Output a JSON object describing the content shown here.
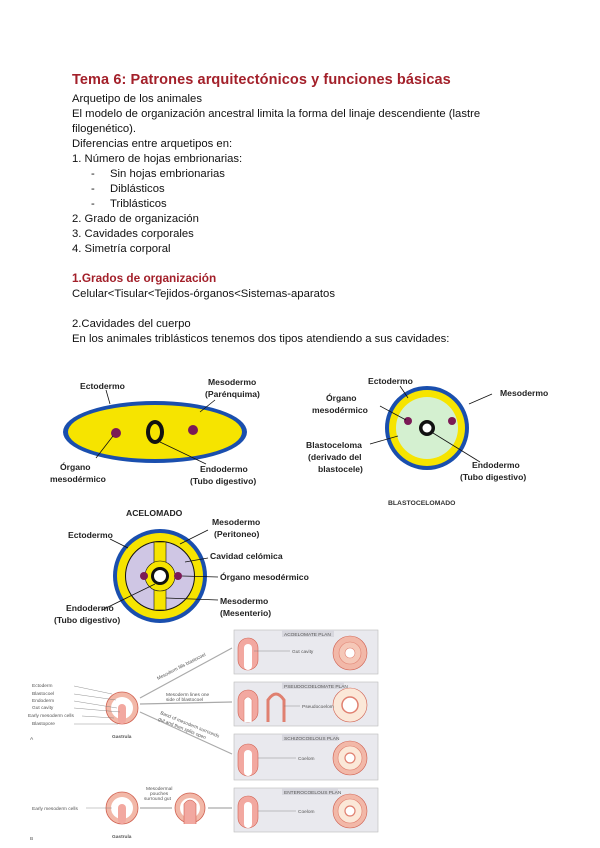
{
  "doc": {
    "title": "Tema 6: Patrones arquitectónicos y funciones básicas",
    "subtitle": "Arquetipo de los animales",
    "para1_l1": "El modelo de organización ancestral limita la forma del linaje descendiente (lastre",
    "para1_l2": "filogenético).",
    "diff_intro": "Diferencias entre arquetipos en:",
    "list": [
      "1. Número de hojas embrionarias:",
      "2. Grado de organización",
      "3. Cavidades corporales",
      "4. Simetría corporal"
    ],
    "sublist": [
      "Sin hojas embrionarias",
      "Diblásticos",
      "Triblásticos"
    ],
    "dash": "-",
    "section1_title": "1.Grados de organización",
    "section1_text": "Celular<Tisular<Tejidos-órganos<Sistemas-aparatos",
    "section2_title": "2.Cavidades del cuerpo",
    "section2_text": "En los animales triblásticos tenemos dos tipos atendiendo a sus cavidades:"
  },
  "fig_acelomado": {
    "ectodermo": "Ectodermo",
    "mesodermo": "Mesodermo",
    "mesodermo_sub": "(Parénquima)",
    "organo": "Órgano",
    "organo2": "mesodérmico",
    "endodermo": "Endodermo",
    "endodermo_sub": "(Tubo digestivo)",
    "caption": "ACELOMADO"
  },
  "fig_blastocelomado": {
    "ectodermo": "Ectodermo",
    "mesodermo": "Mesodermo",
    "organo": "Órgano",
    "organo2": "mesodérmico",
    "blastoceloma": "Blastoceloma",
    "blasto_sub1": "(derivado del",
    "blasto_sub2": "blastocele)",
    "endodermo": "Endodermo",
    "endodermo_sub": "(Tubo digestivo)",
    "caption": "BLASTOCELOMADO"
  },
  "fig_celomado": {
    "ectodermo": "Ectodermo",
    "mesodermo": "Mesodermo",
    "mesodermo_sub": "(Peritoneo)",
    "cavidad": "Cavidad celómica",
    "organo": "Órgano mesodérmico",
    "mesodermo2": "Mesodermo",
    "mesodermo2_sub": "(Mesenterio)",
    "endodermo": "Endodermo",
    "endodermo_sub": "(Tubo digestivo)"
  },
  "fig_plans": {
    "gastrula_a_labels": [
      "Ectoderm",
      "Blastocoel",
      "Endoderm",
      "Gut cavity",
      "Early mesoderm cells",
      "Blastopore"
    ],
    "gastrula_b_label": "Early mesoderm cells",
    "gastrula": "Gastrula",
    "letter_a": "A",
    "letter_b": "B",
    "arrow1": "Mesoderm fills blastocoel",
    "arrow2a": "Mesoderm lines one",
    "arrow2b": "side of blastocoel",
    "arrow3a": "Band of mesoderm surrounds",
    "arrow3b": "gut and then splits open",
    "arrow4a": "Mesodermal",
    "arrow4b": "pouches",
    "arrow4c": "surround gut",
    "plan1": "ACOELOMATE PLAN",
    "plan1_label": "Gut cavity",
    "plan2": "PSEUDOCOELOMATE PLAN",
    "plan2_label": "Pseudocoelom",
    "plan3": "SCHIZOCOELOUS PLAN",
    "plan3_label": "Coelom",
    "plan4": "ENTEROCOELOUS PLAN",
    "plan4_label": "Coelom"
  }
}
